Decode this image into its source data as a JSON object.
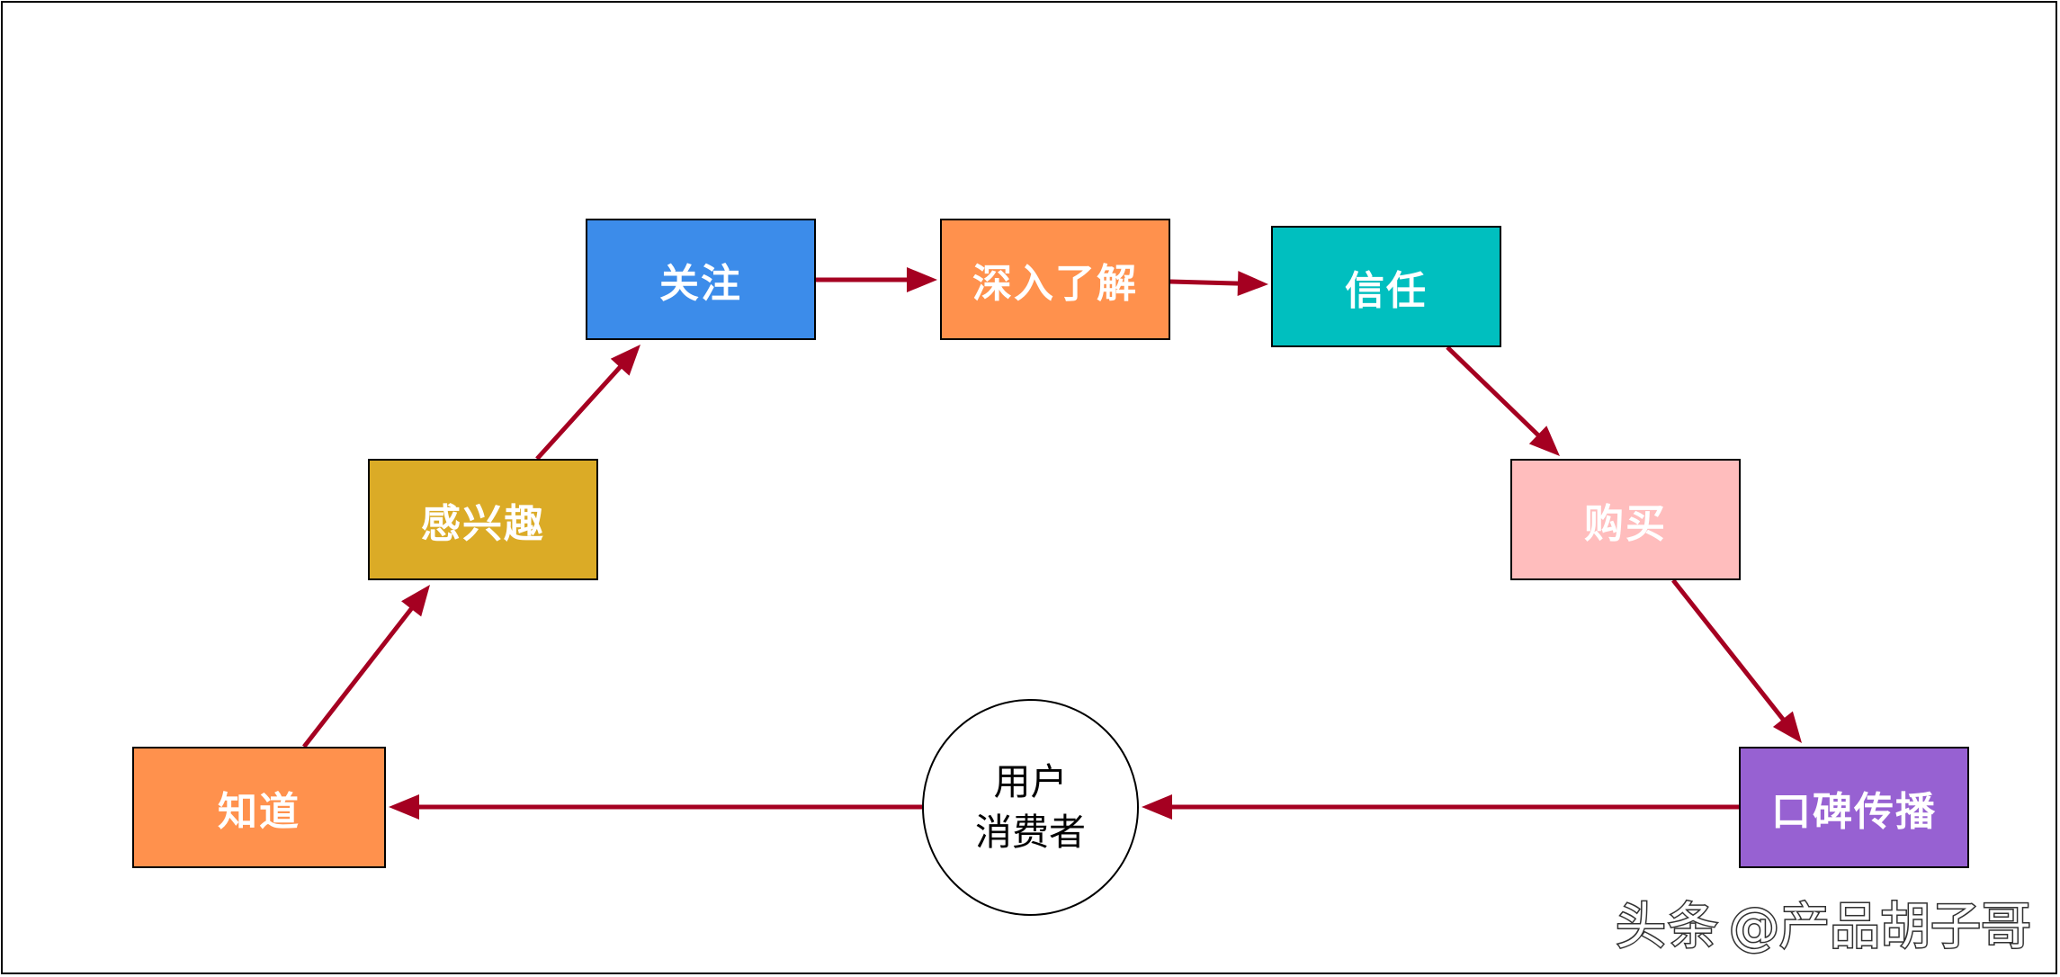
{
  "nodes": {
    "awareness": {
      "label": "知道",
      "color": "#FF914D"
    },
    "interest": {
      "label": "感兴趣",
      "color": "#DBAB26"
    },
    "attention": {
      "label": "关注",
      "color": "#3C8CEA"
    },
    "understand": {
      "label": "深入了解",
      "color": "#FF914D"
    },
    "trust": {
      "label": "信任",
      "color": "#00BFBF"
    },
    "purchase": {
      "label": "购买",
      "color": "#FFBDBD"
    },
    "word_of_mouth": {
      "label": "口碑传播",
      "color": "#9761D2"
    },
    "user": {
      "line1": "用户",
      "line2": "消费者"
    }
  },
  "edges": [
    {
      "from": "awareness",
      "to": "interest"
    },
    {
      "from": "interest",
      "to": "attention"
    },
    {
      "from": "attention",
      "to": "understand"
    },
    {
      "from": "understand",
      "to": "trust"
    },
    {
      "from": "trust",
      "to": "purchase"
    },
    {
      "from": "purchase",
      "to": "word_of_mouth"
    },
    {
      "from": "word_of_mouth",
      "to": "user"
    },
    {
      "from": "user",
      "to": "awareness"
    }
  ],
  "arrow_color": "#A50021",
  "watermark": {
    "platform": "头条",
    "handle": "@产品胡子哥"
  }
}
